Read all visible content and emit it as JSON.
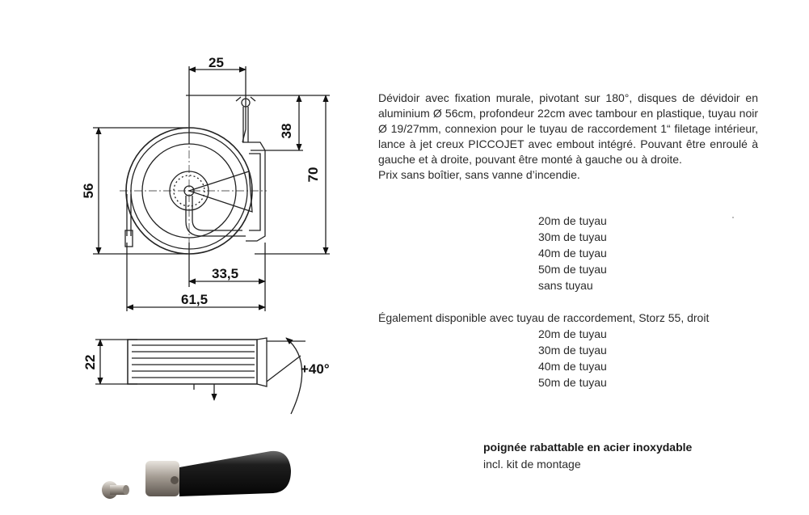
{
  "drawing": {
    "dim_25": "25",
    "dim_38": "38",
    "dim_70": "70",
    "dim_56": "56",
    "dim_33_5": "33,5",
    "dim_61_5": "61,5",
    "dim_22": "22",
    "angle": "+40°"
  },
  "description": {
    "paragraph": "Dévidoir avec fixation murale, pivotant sur 180°, disques de dévidoir en aluminium Ø 56cm, profondeur 22cm avec tambour en plastique, tuyau noir Ø 19/27mm, connexion pour le tuyau de raccordement 1“ filetage intérieur, lance à jet creux PICCOJET avec embout intégré. Pouvant être enroulé à gauche et à droite, pouvant être monté à gauche ou à droite.",
    "price_note": "Prix sans boîtier, sans vanne d’incendie."
  },
  "options_main": [
    "20m de tuyau",
    "30m de tuyau",
    "40m de tuyau",
    "50m de tuyau",
    "sans tuyau"
  ],
  "also_available": "Également disponible avec tuyau de raccordement, Storz 55, droit",
  "options_storz": [
    "20m de tuyau",
    "30m de tuyau",
    "40m de tuyau",
    "50m de tuyau"
  ],
  "handle": {
    "title": "poignée rabattable en acier inoxydable",
    "subtitle": "incl. kit de montage"
  }
}
